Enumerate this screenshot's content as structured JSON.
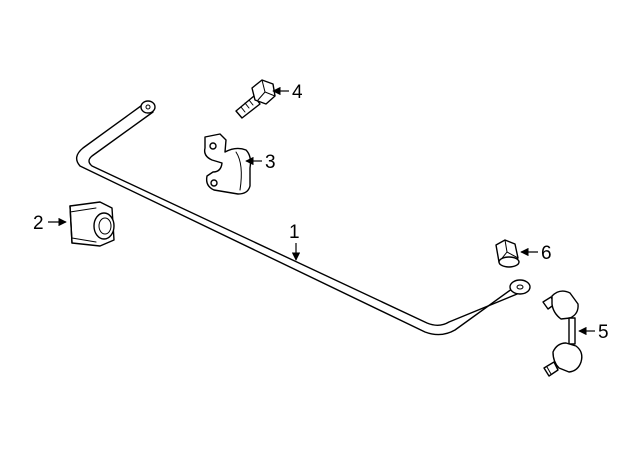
{
  "colors": {
    "line": "#000000",
    "background": "#ffffff"
  },
  "callouts": {
    "c1": "1",
    "c2": "2",
    "c3": "3",
    "c4": "4",
    "c5": "5",
    "c6": "6"
  }
}
